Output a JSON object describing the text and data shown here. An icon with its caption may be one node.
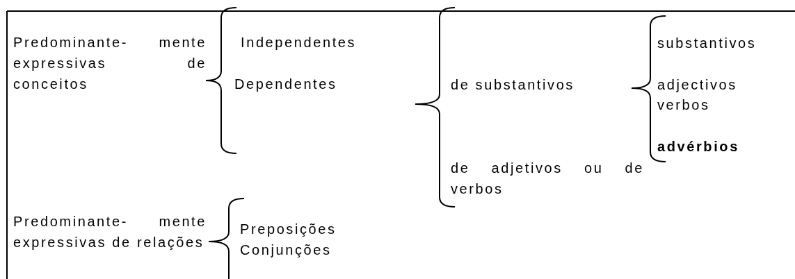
{
  "diagram": {
    "labels": [
      "Predominante- mente expressivas de conceitos",
      "Independentes",
      "Dependentes",
      "de substantivos",
      "substantivos",
      "adjectivos",
      "verbos",
      "advérbios",
      "de adjetivos ou de verbos",
      "Predominante- mente expressivas de relações",
      "Preposições",
      "Conjunções"
    ]
  }
}
